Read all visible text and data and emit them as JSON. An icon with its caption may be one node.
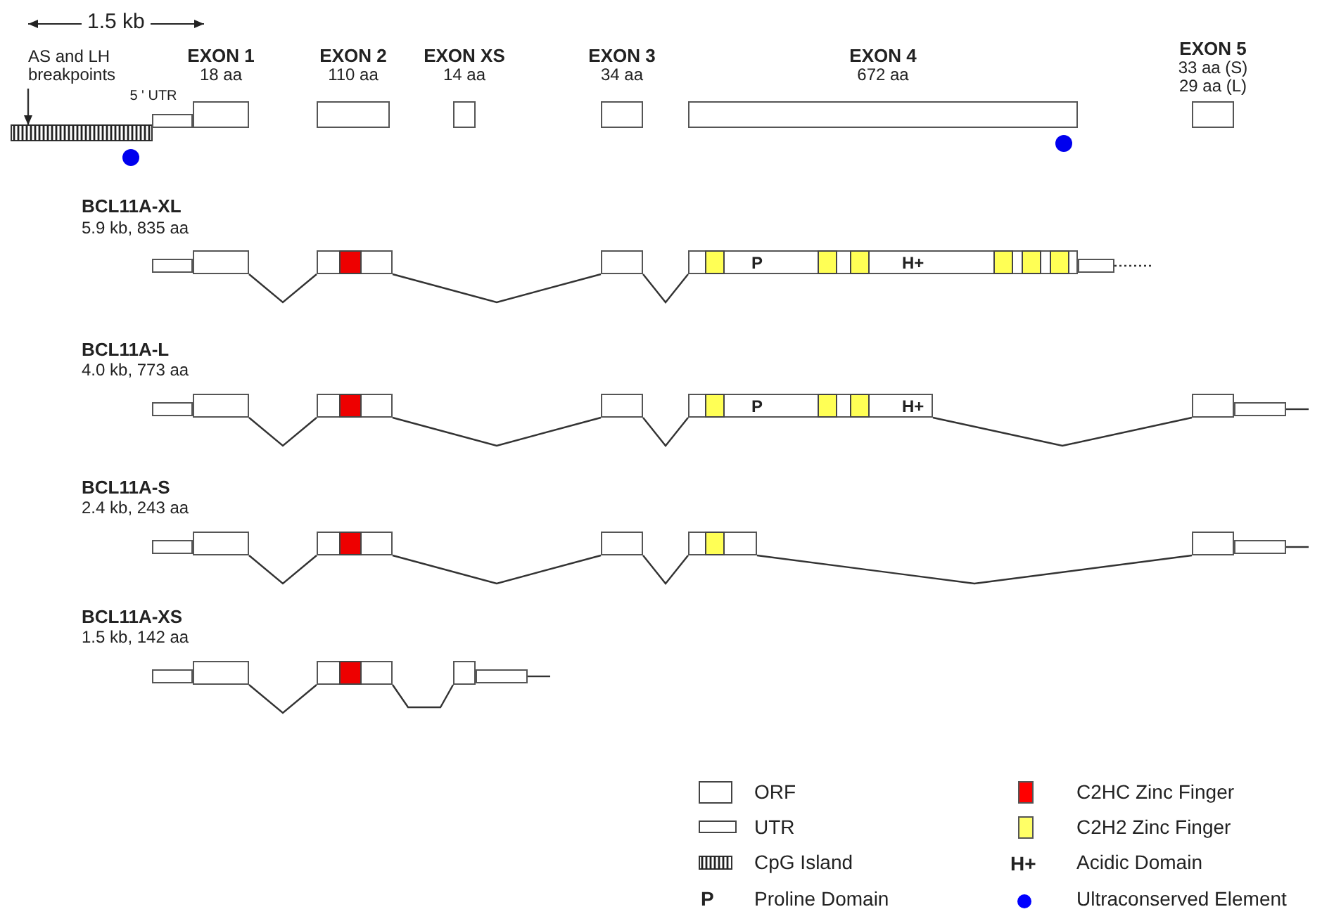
{
  "diagram": {
    "nodes": [
      {
        "text": [
          "AS and LH breakpoints"
        ]
      },
      {
        "text": [
          "EXON 1",
          "18 aa"
        ]
      },
      {
        "text": [
          "EXON 2",
          "110 aa"
        ]
      },
      {
        "text": [
          "EXON XS",
          "14 aa"
        ]
      },
      {
        "text": [
          "EXON 3",
          "34 aa"
        ]
      },
      {
        "text": [
          "EXON 4",
          "672 aa"
        ]
      },
      {
        "text": [
          "EXON 5",
          "33 aa (S)",
          "29 aa (L)"
        ]
      },
      {
        "text": [
          "5 ' UTR"
        ]
      },
      {
        "text": [],
        "shape": "bar"
      },
      {
        "text": [],
        "shape": "box"
      },
      {
        "text": [],
        "shape": "box"
      },
      {
        "text": [],
        "shape": "box"
      },
      {
        "text": [],
        "shape": "box"
      },
      {
        "text": [
          "P",
          "H+"
        ]
      },
      {
        "text": [],
        "shape": "box"
      },
      {
        "text": [],
        "shape": "box"
      },
      {
        "text": [],
        "shape": "box"
      },
      {
        "text": [],
        "shape": "box"
      },
      {
        "text": [],
        "shape": "box"
      },
      {
        "text": [
          "P",
          "H+"
        ]
      },
      {
        "text": [],
        "shape": "box"
      },
      {
        "text": [],
        "shape": "box"
      },
      {
        "text": [],
        "shape": "box"
      },
      {
        "text": [],
        "shape": "box"
      },
      {
        "text": [],
        "shape": "box"
      },
      {
        "text": [],
        "shape": "box"
      },
      {
        "text": [],
        "shape": "box"
      },
      {
        "text": [],
        "shape": "box"
      },
      {
        "text": [],
        "shape": "box"
      },
      {
        "text": [],
        "shape": "box"
      },
      {
        "text": [],
        "shape": "box"
      },
      {
        "text": [],
        "shape": "box"
      },
      {
        "text": [],
        "shape": "box"
      },
      {
        "text": [],
        "shape": "box"
      }
    ],
    "edges": [
      {
        "from": 0,
        "to": 8,
        "arrow": "to"
      },
      {
        "from": 10,
        "to": 11,
        "arrow": "none"
      },
      {
        "from": 11,
        "to": 12,
        "arrow": "none"
      },
      {
        "from": 12,
        "to": 13,
        "arrow": "none"
      },
      {
        "from": 14,
        "to": null,
        "arrow": "none",
        "style": "dashed"
      },
      {
        "from": 16,
        "to": 17,
        "arrow": "none"
      },
      {
        "from": 17,
        "to": 18,
        "arrow": "none"
      },
      {
        "from": 18,
        "to": 19,
        "arrow": "none"
      },
      {
        "from": 19,
        "to": 20,
        "arrow": "none"
      },
      {
        "from": 21,
        "to": null,
        "arrow": "none"
      },
      {
        "from": 23,
        "to": 24,
        "arrow": "none"
      },
      {
        "from": 24,
        "to": 25,
        "arrow": "none"
      },
      {
        "from": 25,
        "to": 26,
        "arrow": "none"
      },
      {
        "from": 26,
        "to": 27,
        "arrow": "none"
      },
      {
        "from": 28,
        "to": null,
        "arrow": "none"
      },
      {
        "from": 30,
        "to": 31,
        "arrow": "none"
      },
      {
        "from": 31,
        "to": 32,
        "arrow": "none"
      },
      {
        "from": 33,
        "to": null,
        "arrow": "none"
      }
    ],
    "labels": [
      "1.5 kb",
      "BCL11A-XL",
      "5.9 kb, 835 aa",
      "BCL11A-L",
      "4.0 kb, 773 aa",
      "BCL11A-S",
      "2.4 kb, 243 aa",
      "BCL11A-XS",
      "1.5 kb, 142 aa",
      "P",
      "H+"
    ],
    "legend": [
      {
        "text": "ORF"
      },
      {
        "text": "UTR"
      },
      {
        "text": "CpG Island"
      },
      {
        "text": "Proline Domain"
      },
      {
        "text": "C2HC Zinc Finger",
        "color": "#ff0000"
      },
      {
        "text": "C2H2 Zinc Finger",
        "color": "#ffff66"
      },
      {
        "text": "Acidic Domain"
      },
      {
        "text": "Ultraconserved Element",
        "color": "#0000ff"
      }
    ]
  }
}
